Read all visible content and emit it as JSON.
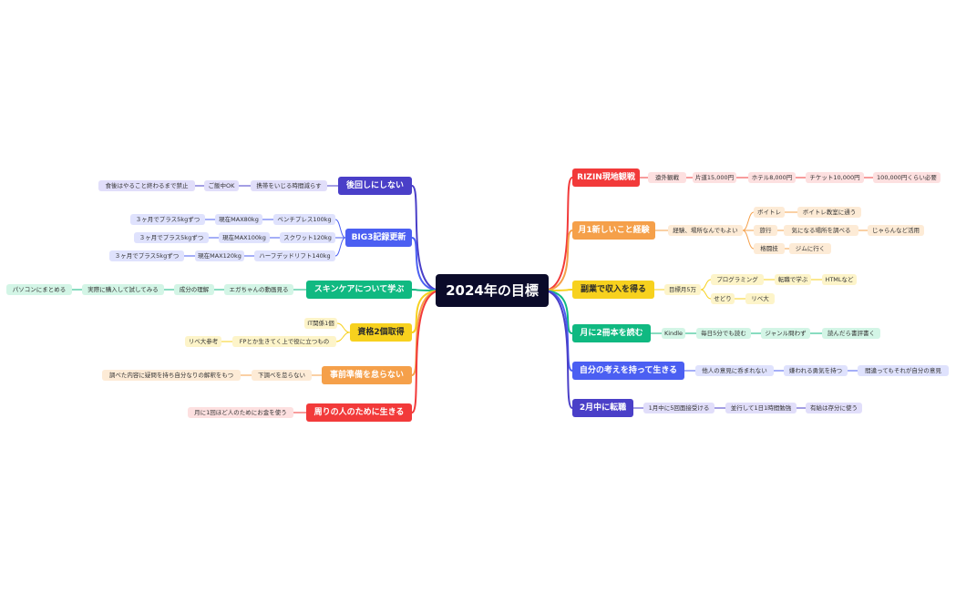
{
  "root": {
    "label": "2024年の目標"
  },
  "colors": {
    "red": "#f23a3a",
    "orange": "#f5a04a",
    "yellow": "#f7d11e",
    "green": "#10b981",
    "blue": "#4b5ff2",
    "indigo": "#4a3fc8"
  },
  "branches": [
    {
      "label": "RIZIN現地観戦",
      "color": "red",
      "side": "right",
      "children": [
        {
          "label": "遠外観戦",
          "children": [
            {
              "label": "片道15,000円",
              "children": [
                {
                  "label": "ホテル8,000円",
                  "children": [
                    {
                      "label": "チケット10,000円",
                      "children": [
                        {
                          "label": "100,000円くらい必要"
                        }
                      ]
                    }
                  ]
                }
              ]
            }
          ]
        }
      ]
    },
    {
      "label": "月1新しいこと経験",
      "color": "orange",
      "side": "right",
      "children": [
        {
          "label": "経験、場所なんでもよい",
          "children": [
            {
              "label": "ボイトレ",
              "children": [
                {
                  "label": "ボイトレ教室に通う"
                }
              ]
            },
            {
              "label": "旅行",
              "children": [
                {
                  "label": "気になる場所を調べる",
                  "children": [
                    {
                      "label": "じゃらんなど活用"
                    }
                  ]
                }
              ]
            },
            {
              "label": "格闘技",
              "children": [
                {
                  "label": "ジムに行く"
                }
              ]
            }
          ]
        }
      ]
    },
    {
      "label": "副業で収入を得る",
      "color": "yellow",
      "side": "right",
      "children": [
        {
          "label": "目標月5万",
          "children": [
            {
              "label": "プログラミング",
              "children": [
                {
                  "label": "転職で学ぶ",
                  "children": [
                    {
                      "label": "HTMLなど"
                    }
                  ]
                }
              ]
            },
            {
              "label": "せどり",
              "children": [
                {
                  "label": "リベ大"
                }
              ]
            }
          ]
        }
      ]
    },
    {
      "label": "月に2冊本を読む",
      "color": "green",
      "side": "right",
      "children": [
        {
          "label": "Kindle",
          "children": [
            {
              "label": "毎日5分でも読む",
              "children": [
                {
                  "label": "ジャンル問わず",
                  "children": [
                    {
                      "label": "読んだら書評書く"
                    }
                  ]
                }
              ]
            }
          ]
        }
      ]
    },
    {
      "label": "自分の考えを持って生きる",
      "color": "blue",
      "side": "right",
      "children": [
        {
          "label": "他人の意見に呑まれない",
          "children": [
            {
              "label": "嫌われる勇気を持つ",
              "children": [
                {
                  "label": "間違ってもそれが自分の意見"
                }
              ]
            }
          ]
        }
      ]
    },
    {
      "label": "2月中に転職",
      "color": "indigo",
      "side": "right",
      "children": [
        {
          "label": "1月中に5回面接受ける",
          "children": [
            {
              "label": "並行して1日1時間勉強",
              "children": [
                {
                  "label": "有給は存分に使う"
                }
              ]
            }
          ]
        }
      ]
    },
    {
      "label": "後回しにしない",
      "color": "indigo",
      "side": "left",
      "children": [
        {
          "label": "携帯をいじる時間減らす",
          "children": [
            {
              "label": "ご飯中OK",
              "children": [
                {
                  "label": "食後はやること終わるまで禁止"
                }
              ]
            }
          ]
        }
      ]
    },
    {
      "label": "BIG3記録更新",
      "color": "blue",
      "side": "left",
      "children": [
        {
          "label": "ベンチプレス100kg",
          "children": [
            {
              "label": "現在MAX80kg",
              "children": [
                {
                  "label": "３ヶ月でプラス5kgずつ"
                }
              ]
            }
          ]
        },
        {
          "label": "スクワット120kg",
          "children": [
            {
              "label": "現在MAX100kg",
              "children": [
                {
                  "label": "３ヶ月でプラス5kgずつ"
                }
              ]
            }
          ]
        },
        {
          "label": "ハーフデッドリフト140kg",
          "children": [
            {
              "label": "現在MAX120kg",
              "children": [
                {
                  "label": "３ヶ月でプラス5kgずつ"
                }
              ]
            }
          ]
        }
      ]
    },
    {
      "label": "スキンケアについて学ぶ",
      "color": "green",
      "side": "left",
      "children": [
        {
          "label": "エガちゃんの動画見る",
          "children": [
            {
              "label": "成分の理解",
              "children": [
                {
                  "label": "実際に購入して試してみる",
                  "children": [
                    {
                      "label": "パソコンにまとめる"
                    }
                  ]
                }
              ]
            }
          ]
        }
      ]
    },
    {
      "label": "資格2個取得",
      "color": "yellow",
      "side": "left",
      "children": [
        {
          "label": "IT関係1個"
        },
        {
          "label": "FPとか生きてく上で役に立つもの",
          "children": [
            {
              "label": "リベ大参考"
            }
          ]
        }
      ]
    },
    {
      "label": "事前準備を怠らない",
      "color": "orange",
      "side": "left",
      "children": [
        {
          "label": "下調べを怠らない",
          "children": [
            {
              "label": "調べた内容に疑問を持ち自分なりの解釈をもつ"
            }
          ]
        }
      ]
    },
    {
      "label": "周りの人のために生きる",
      "color": "red",
      "side": "left",
      "children": [
        {
          "label": "月に1回ほど人のためにお金を使う"
        }
      ]
    }
  ]
}
